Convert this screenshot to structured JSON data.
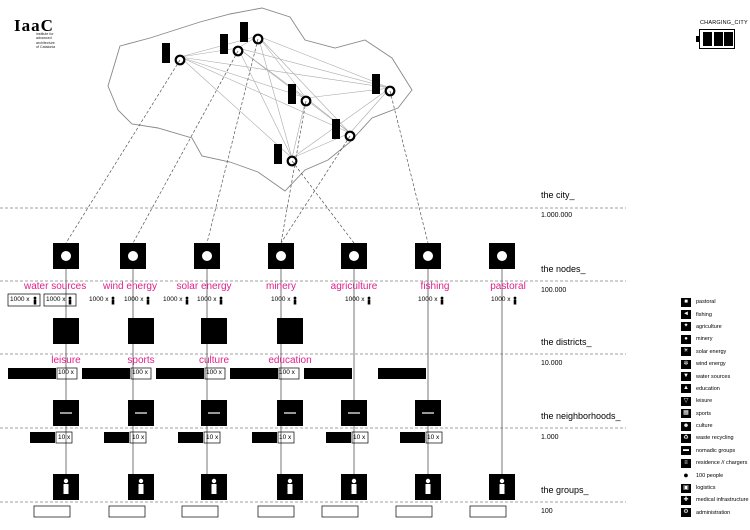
{
  "logo": {
    "mark": "IaaC",
    "subtitle": "institute for\nadvanced\narchitecture\nof Catalonia"
  },
  "battery": {
    "label": "CHARGING_CITY",
    "cells_filled": 3,
    "cells_total": 3
  },
  "levels": [
    {
      "title": "the city_",
      "value": "1.000.000"
    },
    {
      "title": "the nodes_",
      "value": "100.000"
    },
    {
      "title": "the districts_",
      "value": "10.000"
    },
    {
      "title": "the neighborhoods_",
      "value": "1.000"
    },
    {
      "title": "the groups_",
      "value": "100"
    }
  ],
  "nodes": [
    {
      "label": "water sources",
      "icon": "faucet-icon",
      "counts": [
        "1000 x",
        "1000 x"
      ]
    },
    {
      "label": "wind energy",
      "icon": "wind-turbine-icon",
      "counts": [
        "1000 x",
        "1000 x"
      ]
    },
    {
      "label": "solar energy",
      "icon": "sun-icon",
      "counts": [
        "1000 x",
        "1000 x"
      ]
    },
    {
      "label": "minery",
      "icon": "mineral-icon",
      "counts": [
        "1000 x"
      ]
    },
    {
      "label": "agriculture",
      "icon": "wheat-icon",
      "counts": [
        "1000 x"
      ]
    },
    {
      "label": "fishing",
      "icon": "fish-icon",
      "counts": [
        "1000 x"
      ]
    },
    {
      "label": "pastoral",
      "icon": "cow-icon",
      "counts": [
        "1000 x"
      ]
    }
  ],
  "districts": [
    {
      "label": "leisure",
      "icon": "cocktail-icon",
      "count": "100 x"
    },
    {
      "label": "sports",
      "icon": "court-icon",
      "count": "100 x"
    },
    {
      "label": "culture",
      "icon": "theatre-masks-icon",
      "count": "100 x"
    },
    {
      "label": "education",
      "icon": "museum-icon",
      "count": "100 x"
    }
  ],
  "neighborhood_count": "10 x",
  "legend": [
    {
      "icon": "cow-icon",
      "label": "pastoral"
    },
    {
      "icon": "fish-icon",
      "label": "fishing"
    },
    {
      "icon": "wheat-icon",
      "label": "agriculture"
    },
    {
      "icon": "mineral-icon",
      "label": "minery"
    },
    {
      "icon": "sun-icon",
      "label": "solar energy"
    },
    {
      "icon": "wind-turbine-icon",
      "label": "wind energy"
    },
    {
      "icon": "faucet-icon",
      "label": "water sources"
    },
    {
      "icon": "museum-icon",
      "label": "education"
    },
    {
      "icon": "cocktail-icon",
      "label": "leisure"
    },
    {
      "icon": "court-icon",
      "label": "sports"
    },
    {
      "icon": "theatre-masks-icon",
      "label": "culture"
    },
    {
      "icon": "recycle-icon",
      "label": "waste recycling"
    },
    {
      "icon": "caravan-icon",
      "label": "nomadic groups"
    },
    {
      "icon": "charger-icon",
      "label": "residence // chargers"
    },
    {
      "icon": "person-icon",
      "label": "100 people"
    },
    {
      "icon": "truck-icon",
      "label": "logistics"
    },
    {
      "icon": "cross-icon",
      "label": "medical infrastructure"
    },
    {
      "icon": "gear-icon",
      "label": "administration"
    }
  ],
  "colors": {
    "accent": "#e0208a",
    "ink": "#000000",
    "dash": "#555555"
  }
}
